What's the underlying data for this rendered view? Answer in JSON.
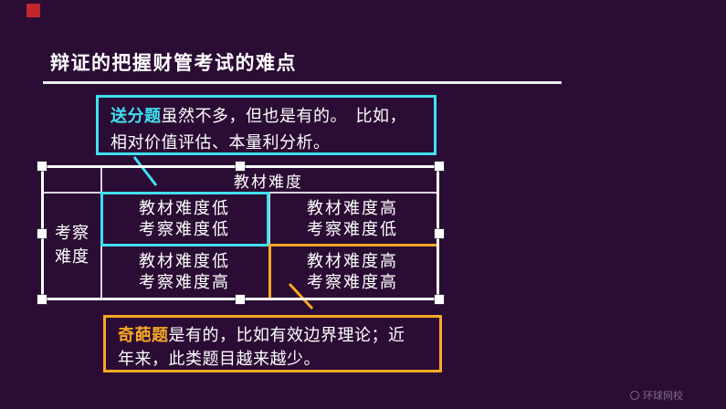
{
  "colors": {
    "background": "#2b0c34",
    "cyan": "#3fe1f2",
    "orange": "#f7a823",
    "white": "#ffffff",
    "red_indicator": "#c1272d"
  },
  "title": {
    "text": "辩证的把握财管考试的难点"
  },
  "callout_easy": {
    "keyword": "送分题",
    "text_line1": "虽然不多，但也是有的。　比如，",
    "text_line2": "相对价值评估、本量利分析。"
  },
  "callout_weird": {
    "keyword": "奇葩题",
    "text_line1": "是有的，比如有效边界理论；近",
    "text_line2": "年来，此类题目越来越少。"
  },
  "table": {
    "column_header": "教材难度",
    "row_header_line1": "考察",
    "row_header_line2": "难度",
    "cells": [
      {
        "line1": "教材难度低",
        "line2": "考察难度低"
      },
      {
        "line1": "教材难度高",
        "line2": "考察难度低"
      },
      {
        "line1": "教材难度低",
        "line2": "考察难度高"
      },
      {
        "line1": "教材难度高",
        "line2": "考察难度高"
      }
    ]
  },
  "watermark": {
    "text": "环球网校"
  }
}
